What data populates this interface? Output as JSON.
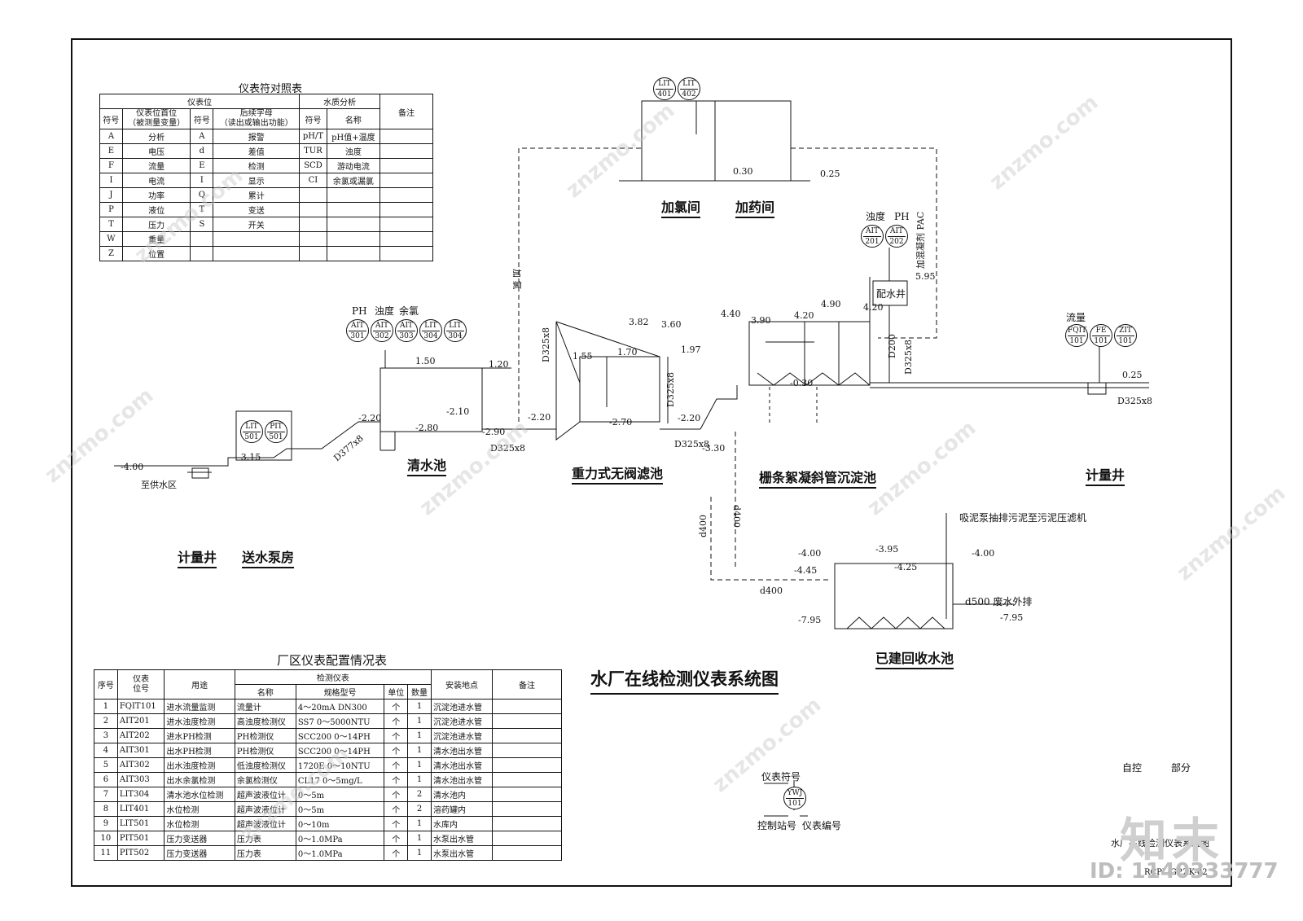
{
  "legend_table": {
    "title": "仪表符对照表",
    "group_instrument": "仪表位",
    "group_water": "水质分析",
    "remark": "备注",
    "col_code": "符号",
    "col_first": "仪表位首位\n（被测量变量）",
    "col_code2": "符号",
    "col_suffix": "后续字母\n（读出或输出功能）",
    "col_code3": "符号",
    "col_name": "名称",
    "rows": [
      [
        "A",
        "分析",
        "A",
        "报警",
        "pH/T",
        "pH值+温度"
      ],
      [
        "E",
        "电压",
        "d",
        "差值",
        "TUR",
        "浊度"
      ],
      [
        "F",
        "流量",
        "E",
        "检测",
        "SCD",
        "游动电流"
      ],
      [
        "I",
        "电流",
        "I",
        "显示",
        "CI",
        "余氯或漏氯"
      ],
      [
        "J",
        "功率",
        "Q",
        "累计",
        "",
        ""
      ],
      [
        "P",
        "液位",
        "T",
        "变送",
        "",
        ""
      ],
      [
        "T",
        "压力",
        "S",
        "开关",
        "",
        ""
      ],
      [
        "W",
        "重量",
        "",
        "",
        "",
        ""
      ],
      [
        "Z",
        "位置",
        "",
        "",
        "",
        ""
      ]
    ]
  },
  "config_table": {
    "title": "厂区仪表配置情况表",
    "h_seq": "序号",
    "h_tag": "仪表\n位号",
    "h_use": "用途",
    "h_group": "检测仪表",
    "h_name": "名称",
    "h_model": "规格型号",
    "h_unit": "单位",
    "h_qty": "数量",
    "h_loc": "安装地点",
    "h_remark": "备注",
    "rows": [
      [
        "1",
        "FQIT101",
        "进水流量监测",
        "流量计",
        "4～20mA DN300",
        "个",
        "1",
        "沉淀池进水管"
      ],
      [
        "2",
        "AIT201",
        "进水浊度检测",
        "高浊度检测仪",
        "SS7 0～5000NTU",
        "个",
        "1",
        "沉淀池进水管"
      ],
      [
        "3",
        "AIT202",
        "进水PH检测",
        "PH检测仪",
        "SCC200 0～14PH",
        "个",
        "1",
        "沉淀池进水管"
      ],
      [
        "4",
        "AIT301",
        "出水PH检测",
        "PH检测仪",
        "SCC200 0～14PH",
        "个",
        "1",
        "清水池出水管"
      ],
      [
        "5",
        "AIT302",
        "出水浊度检测",
        "低浊度检测仪",
        "1720E 0～10NTU",
        "个",
        "1",
        "清水池出水管"
      ],
      [
        "6",
        "AIT303",
        "出水余氯检测",
        "余氯检测仪",
        "CL17 0～5mg/L",
        "个",
        "1",
        "清水池出水管"
      ],
      [
        "7",
        "LIT304",
        "清水池水位检测",
        "超声波液位计",
        "0～5m",
        "个",
        "2",
        "清水池内"
      ],
      [
        "8",
        "LIT401",
        "水位检测",
        "超声波液位计",
        "0～5m",
        "个",
        "2",
        "溶药罐内"
      ],
      [
        "9",
        "LIT501",
        "水位检测",
        "超声波液位计",
        "0～10m",
        "个",
        "1",
        "水库内"
      ],
      [
        "10",
        "PIT501",
        "压力变送器",
        "压力表",
        "0～1.0MPa",
        "个",
        "1",
        "水泵出水管"
      ],
      [
        "11",
        "PIT502",
        "压力变送器",
        "压力表",
        "0～1.0MPa",
        "个",
        "1",
        "水泵出水管"
      ]
    ]
  },
  "main_title": "水厂在线检测仪表系统图",
  "units": {
    "chlorine_room": "加氯间",
    "dosing_room": "加药间",
    "clear_tank": "清水池",
    "filter": "重力式无阀滤池",
    "settling": "栅条絮凝斜管沉淀池",
    "meter_well_right": "计量井",
    "meter_well_left": "计量井",
    "pump_house": "送水泵房",
    "recovery_tank": "已建回收水池",
    "distribution_well": "配水井"
  },
  "instruments": [
    {
      "top": "LIT",
      "num": "401"
    },
    {
      "top": "LIT",
      "num": "402"
    },
    {
      "top": "AIT",
      "num": "201"
    },
    {
      "top": "AIT",
      "num": "202"
    },
    {
      "top": "AIT",
      "num": "301"
    },
    {
      "top": "AIT",
      "num": "302"
    },
    {
      "top": "AIT",
      "num": "303"
    },
    {
      "top": "LIT",
      "num": "304"
    },
    {
      "top": "LIT",
      "num": "304"
    },
    {
      "top": "FQIT",
      "num": "101"
    },
    {
      "top": "FE",
      "num": "101"
    },
    {
      "top": "ZIT",
      "num": "101"
    },
    {
      "top": "LIT",
      "num": "501"
    },
    {
      "top": "PIT",
      "num": "501"
    },
    {
      "top": "YWJ",
      "num": "101"
    }
  ],
  "labels": {
    "turbidity": "浊度",
    "ph": "PH",
    "ph2": "PH",
    "turbidity2": "浊度",
    "residual_cl": "余氯",
    "flow": "流量",
    "to_supply": "至供水区",
    "sludge_note": "吸泥泵抽排污泥至污泥压滤机",
    "waste_out": "d500  废水外排",
    "pac_note": "加混凝剂 PAC",
    "chlor_note": "加 氯",
    "legend_symbol": "仪表符号",
    "legend_station": "控制站号",
    "legend_number": "仪表编号",
    "self_control": "自控",
    "part": "部分",
    "sheet_name": "水厂在线检测仪表系统图",
    "sheet_code": "RCPL-GP.ZK-02",
    "id_text": "ID: 1140333777",
    "logo": "知末",
    "watermark": "znzmo.com"
  },
  "elevations": [
    "0.30",
    "0.25",
    "3.82",
    "3.60",
    "1.70",
    "1.97",
    "1.55",
    "1.50",
    "1.20",
    "-2.20",
    "-2.10",
    "-2.80",
    "-2.90",
    "-2.20",
    "-2.70",
    "-2.20",
    "-3.30",
    "4.40",
    "3.90",
    "4.20",
    "4.90",
    "4.20",
    "5.95",
    "-0.30",
    "0.25",
    "-4.00",
    "-3.15",
    "-4.00",
    "-3.95",
    "-4.00",
    "-4.25",
    "-4.45",
    "-7.95",
    "-7.95"
  ],
  "pipes": [
    "D325x8",
    "D377x8",
    "D325x8",
    "D325x8",
    "D325x8",
    "D325x8",
    "D325x8",
    "D200",
    "d400",
    "d400",
    "d400"
  ]
}
